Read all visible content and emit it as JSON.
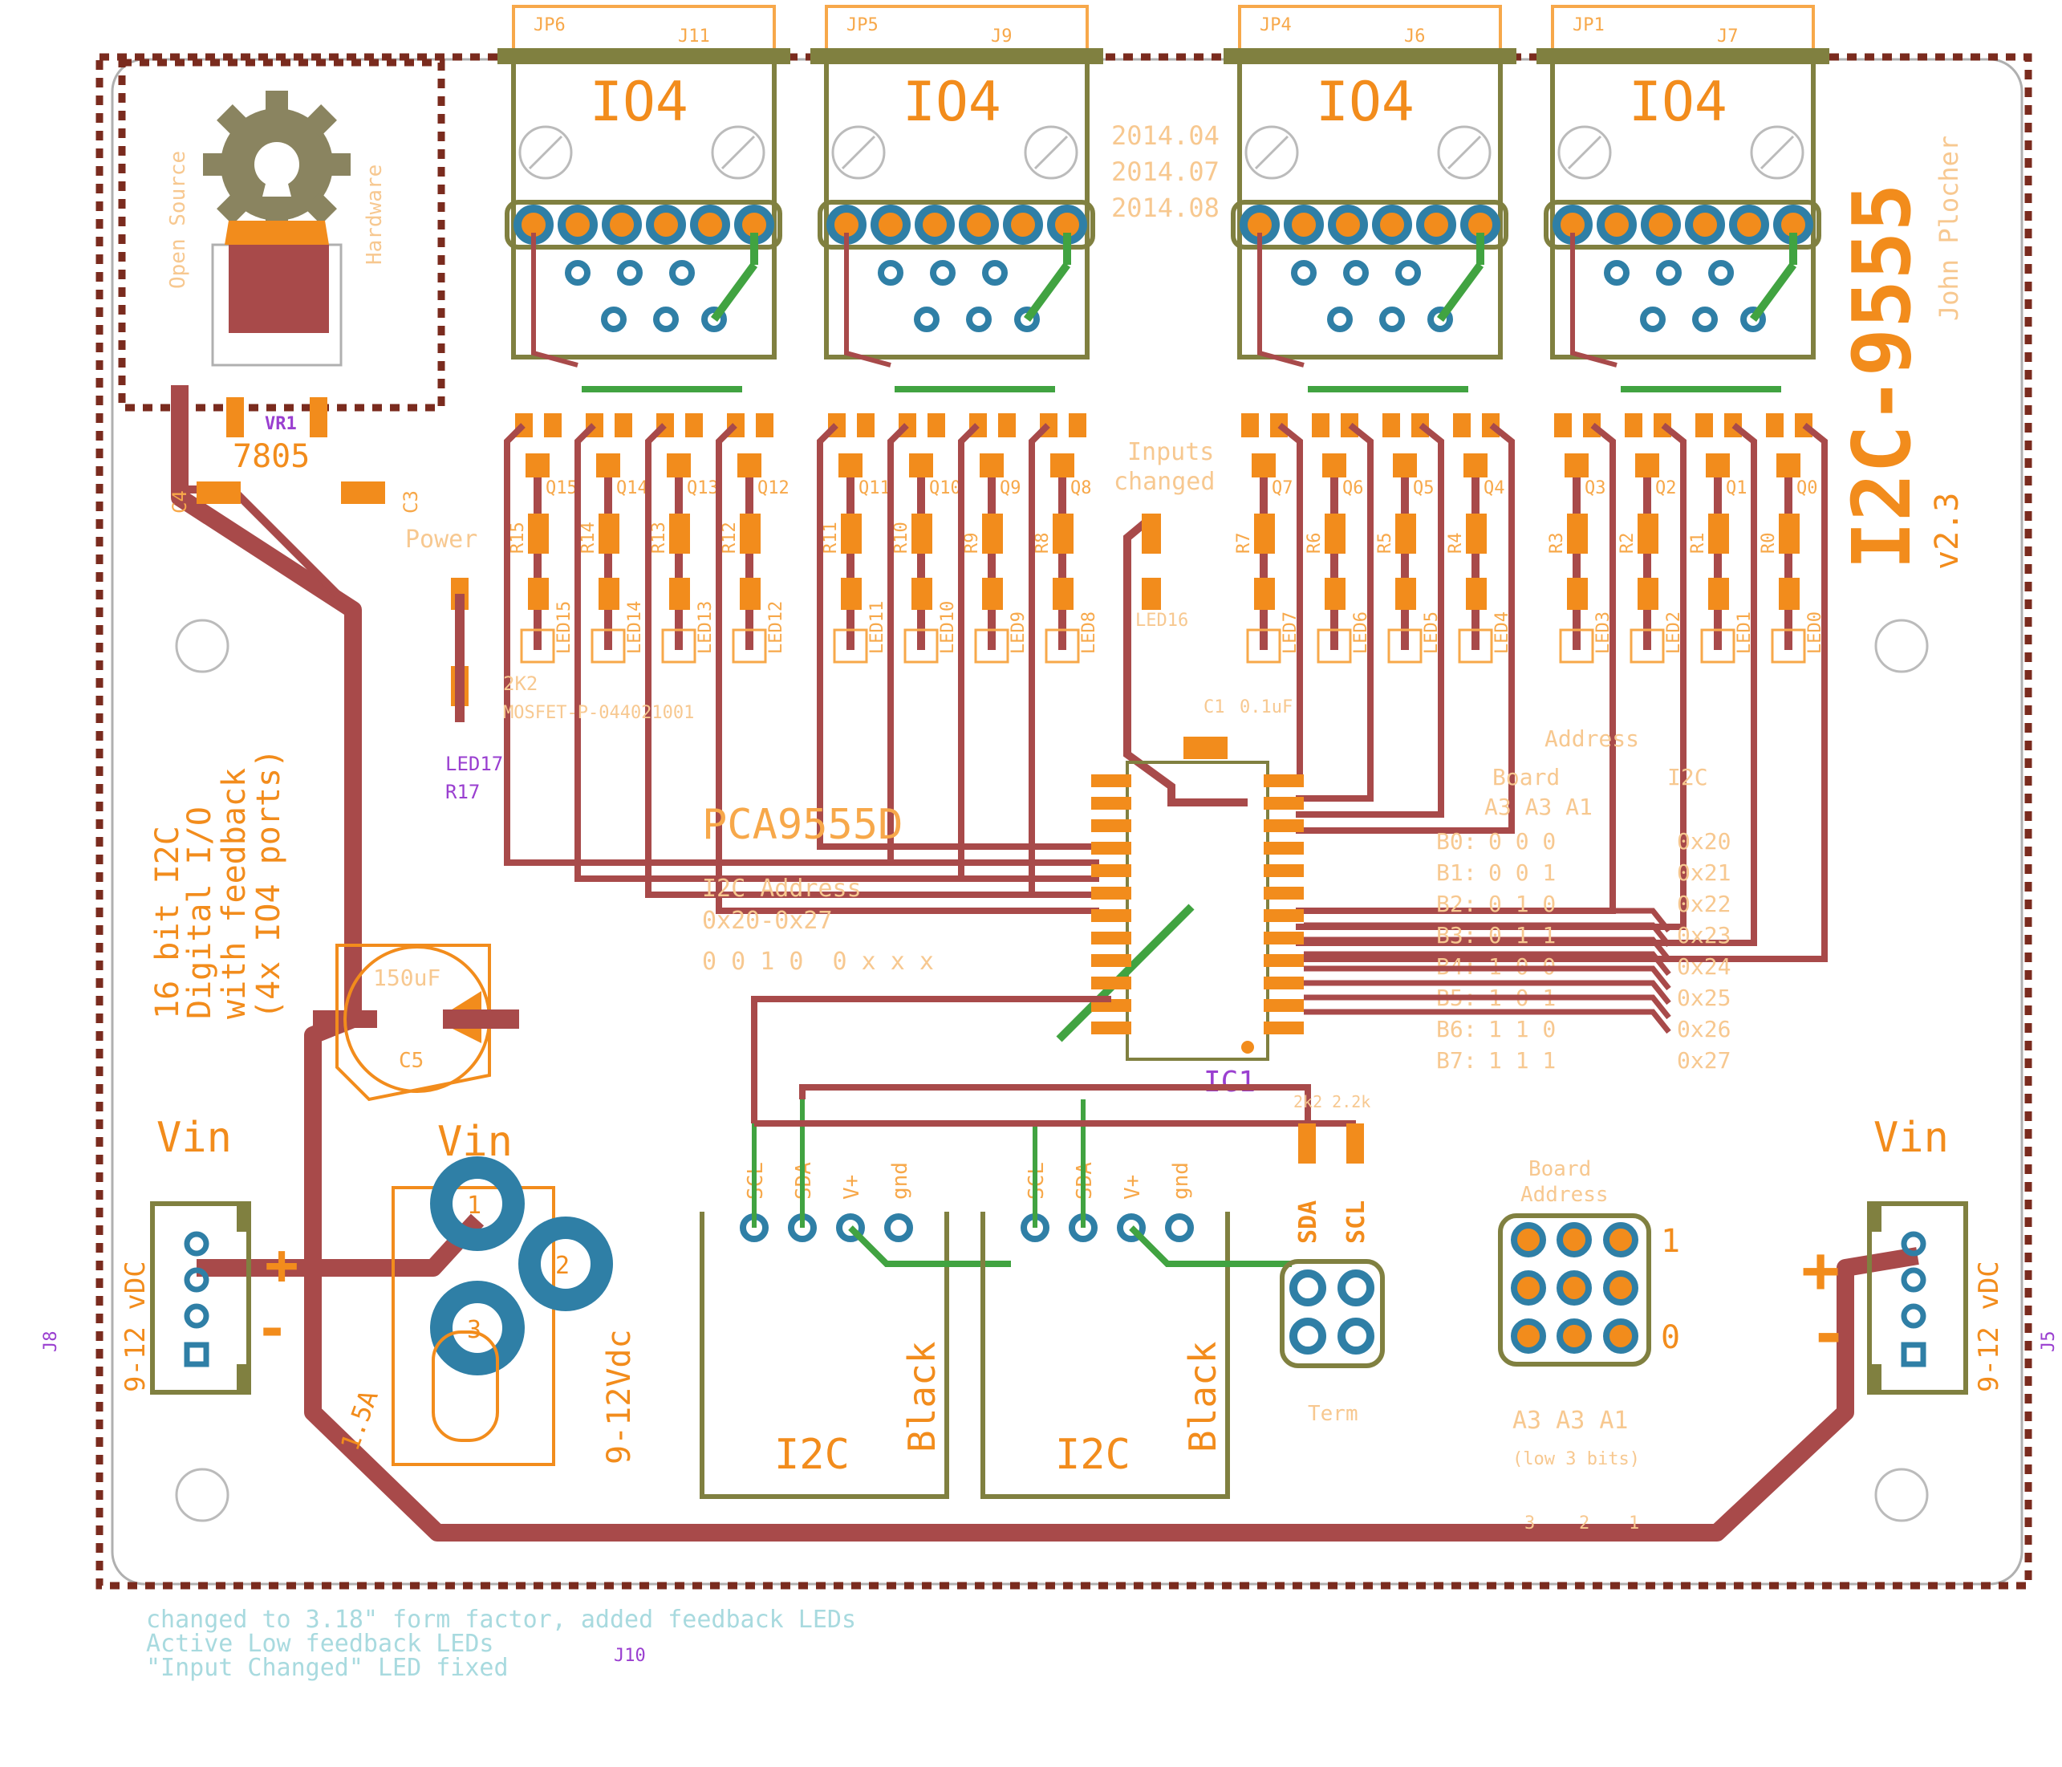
{
  "colors": {
    "silk": "#f7a84a",
    "orange": "#f28c1c",
    "trace_red": "#a84a4a",
    "trace_green": "#41a341",
    "pad_blue": "#2f7fa6",
    "outline": "#808040",
    "purple": "#9a3fd0",
    "note_cyan": "#a8dadf",
    "board_edge": "#7a2b1e"
  },
  "board": {
    "title": "I2C-9555",
    "version": "v2.3",
    "author": "John Plocher",
    "dates": [
      "2014.04",
      "2014.07",
      "2014.08"
    ],
    "description": [
      "16 bit I2C",
      "Digital I/O",
      "with feedback",
      "(4x IO4 ports)"
    ],
    "notes": [
      "changed to 3.18\" form factor, added feedback LEDs",
      "Active Low feedback LEDs",
      "\"Input Changed\" LED fixed"
    ],
    "j10": "J10"
  },
  "io_connectors": [
    {
      "jp": "JP6",
      "j": "J11",
      "label": "IO4",
      "fets": [
        "Q15",
        "Q14",
        "Q13",
        "Q12"
      ],
      "resistors": [
        "R15",
        "R14",
        "R13",
        "R12"
      ],
      "leds": [
        "LED15",
        "LED14",
        "LED13",
        "LED12"
      ]
    },
    {
      "jp": "JP5",
      "j": "J9",
      "label": "IO4",
      "fets": [
        "Q11",
        "Q10",
        "Q9",
        "Q8"
      ],
      "resistors": [
        "R11",
        "R10",
        "R9",
        "R8"
      ],
      "leds": [
        "LED11",
        "LED10",
        "LED9",
        "LED8"
      ]
    },
    {
      "jp": "JP4",
      "j": "J6",
      "label": "IO4",
      "fets": [
        "Q7",
        "Q6",
        "Q5",
        "Q4"
      ],
      "resistors": [
        "R7",
        "R6",
        "R5",
        "R4"
      ],
      "leds": [
        "LED7",
        "LED6",
        "LED5",
        "LED4"
      ]
    },
    {
      "jp": "JP1",
      "j": "J7",
      "label": "IO4",
      "fets": [
        "Q3",
        "Q2",
        "Q1",
        "Q0"
      ],
      "resistors": [
        "R3",
        "R2",
        "R1",
        "R0"
      ],
      "leds": [
        "LED3",
        "LED2",
        "LED1",
        "LED0"
      ]
    }
  ],
  "regulator": {
    "ref": "VR1",
    "value": "7805",
    "caps": [
      "C4",
      "C3"
    ],
    "oshw": [
      "Open Source",
      "Hardware"
    ]
  },
  "power_led": {
    "title": "Power",
    "value": "2K2",
    "mosfet": "MOSFET-P-044021001",
    "led": "LED17",
    "res": "R17"
  },
  "inputs_changed": {
    "text": [
      "Inputs",
      "changed"
    ],
    "led": "LED16"
  },
  "ic": {
    "ref": "IC1",
    "part": "PCA9555D",
    "cap_ref": "C1",
    "cap_value": "0.1uF",
    "addr_title": "I2C Address",
    "addr_range": "0x20-0x27",
    "addr_bits": "0 0 1 0  0 x x x"
  },
  "address_table": {
    "title": "Address",
    "col_board": "Board",
    "col_i2c": "I2C",
    "col_bits": "A3 A3 A1",
    "rows": [
      {
        "label": "B0:",
        "bits": "0  0  0",
        "hex": "0x20"
      },
      {
        "label": "B1:",
        "bits": "0  0  1",
        "hex": "0x21"
      },
      {
        "label": "B2:",
        "bits": "0  1  0",
        "hex": "0x22"
      },
      {
        "label": "B3:",
        "bits": "0  1  1",
        "hex": "0x23"
      },
      {
        "label": "B4:",
        "bits": "1  0  0",
        "hex": "0x24"
      },
      {
        "label": "B5:",
        "bits": "1  0  1",
        "hex": "0x25"
      },
      {
        "label": "B6:",
        "bits": "1  1  0",
        "hex": "0x26"
      },
      {
        "label": "B7:",
        "bits": "1  1  1",
        "hex": "0x27"
      }
    ]
  },
  "cap_c5": {
    "ref": "C5",
    "value": "150uF"
  },
  "vin_left": {
    "label": "Vin",
    "volt": "9-12 vDC",
    "ref": "J8",
    "plus": "+",
    "minus": "-"
  },
  "vin_right": {
    "label": "Vin",
    "volt": "9-12 vDC",
    "ref": "J5",
    "plus": "+",
    "minus": "-"
  },
  "barrel_jack": {
    "label": "Vin",
    "volt": "9-12Vdc",
    "pins": [
      "1",
      "2",
      "3"
    ],
    "fuse": "1.5A"
  },
  "i2c_ports": [
    {
      "label": "I2C",
      "color": "Black",
      "pins": [
        "SCL",
        "SDA",
        "V+",
        "gnd"
      ]
    },
    {
      "label": "I2C",
      "color": "Black",
      "pins": [
        "SCL",
        "SDA",
        "V+",
        "gnd"
      ]
    }
  ],
  "terminator": {
    "label": "Term",
    "sda": "SDA",
    "scl": "SCL",
    "res": "2k2 2.2k"
  },
  "board_address_jumper": {
    "title": [
      "Board",
      "Address"
    ],
    "bits": "A3 A3 A1",
    "sub": "(low 3 bits)",
    "one": "1",
    "zero": "0"
  },
  "order_bits": [
    "3",
    "2",
    "1"
  ]
}
